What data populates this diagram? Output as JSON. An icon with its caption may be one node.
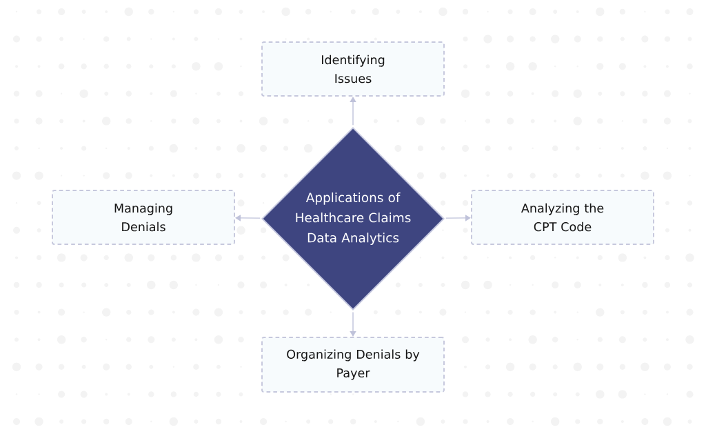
{
  "diagram": {
    "nodes": [
      {
        "text": [
          "Applications of Healthcare Claims Data Analytics"
        ]
      },
      {
        "text": [
          "Identifying Issues"
        ]
      },
      {
        "text": [
          "Managing Denials"
        ]
      },
      {
        "text": [
          "Analyzing the CPT Code"
        ]
      },
      {
        "text": [
          "Organizing Denials by Payer"
        ]
      }
    ],
    "edges": [
      {
        "from": 0,
        "to": 1,
        "arrow": "to"
      },
      {
        "from": 0,
        "to": 2,
        "arrow": "to"
      },
      {
        "from": 0,
        "to": 3,
        "arrow": "to"
      },
      {
        "from": 0,
        "to": 4,
        "arrow": "to"
      }
    ]
  }
}
